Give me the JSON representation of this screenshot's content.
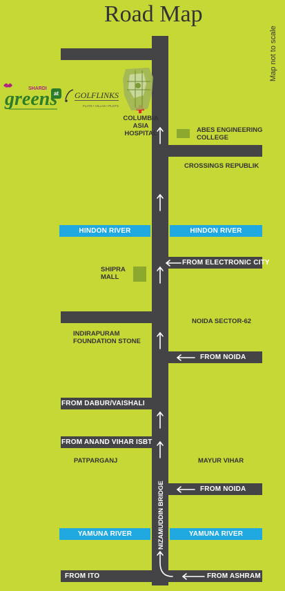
{
  "map": {
    "title": "Road Map",
    "scale_note": "Map not to scale",
    "colors": {
      "background": "#c6d836",
      "road": "#444446",
      "river": "#1fa9e0",
      "marker": "#e8232a",
      "landmark": "#8da92d"
    },
    "logos": {
      "shardi_greens": {
        "brand": "SHARDI",
        "name": "greens",
        "connector": "at"
      },
      "golf_links": {
        "name": "GOLFLINKS",
        "tagline": "FLATS • VILLAS • PLOTS"
      }
    },
    "landmarks": {
      "hospital": "COLUMBIA ASIA HOSPITAL",
      "abes": "ABES ENGINEERING COLLEGE",
      "crossings": "CROSSINGS REPUBLIK",
      "shipra": "SHIPRA MALL",
      "noida62": "NOIDA SECTOR-62",
      "indirapuram": "INDIRAPURAM FOUNDATION STONE",
      "patparganj": "PATPARGANJ",
      "mayur_vihar": "MAYUR VIHAR",
      "bridge": "NIZAMUDDIN BRIDGE"
    },
    "rivers": {
      "hindon_left": "HINDON RIVER",
      "hindon_right": "HINDON RIVER",
      "yamuna_left": "YAMUNA RIVER",
      "yamuna_right": "YAMUNA RIVER"
    },
    "roads": {
      "electronic_city": "FROM ELECTRONIC CITY",
      "noida_top": "FROM NOIDA",
      "dabur": "FROM DABUR/VAISHALI",
      "anand_vihar": "FROM ANAND VIHAR ISBT",
      "noida_bottom": "FROM NOIDA",
      "ito": "FROM ITO",
      "ashram": "FROM ASHRAM"
    }
  }
}
